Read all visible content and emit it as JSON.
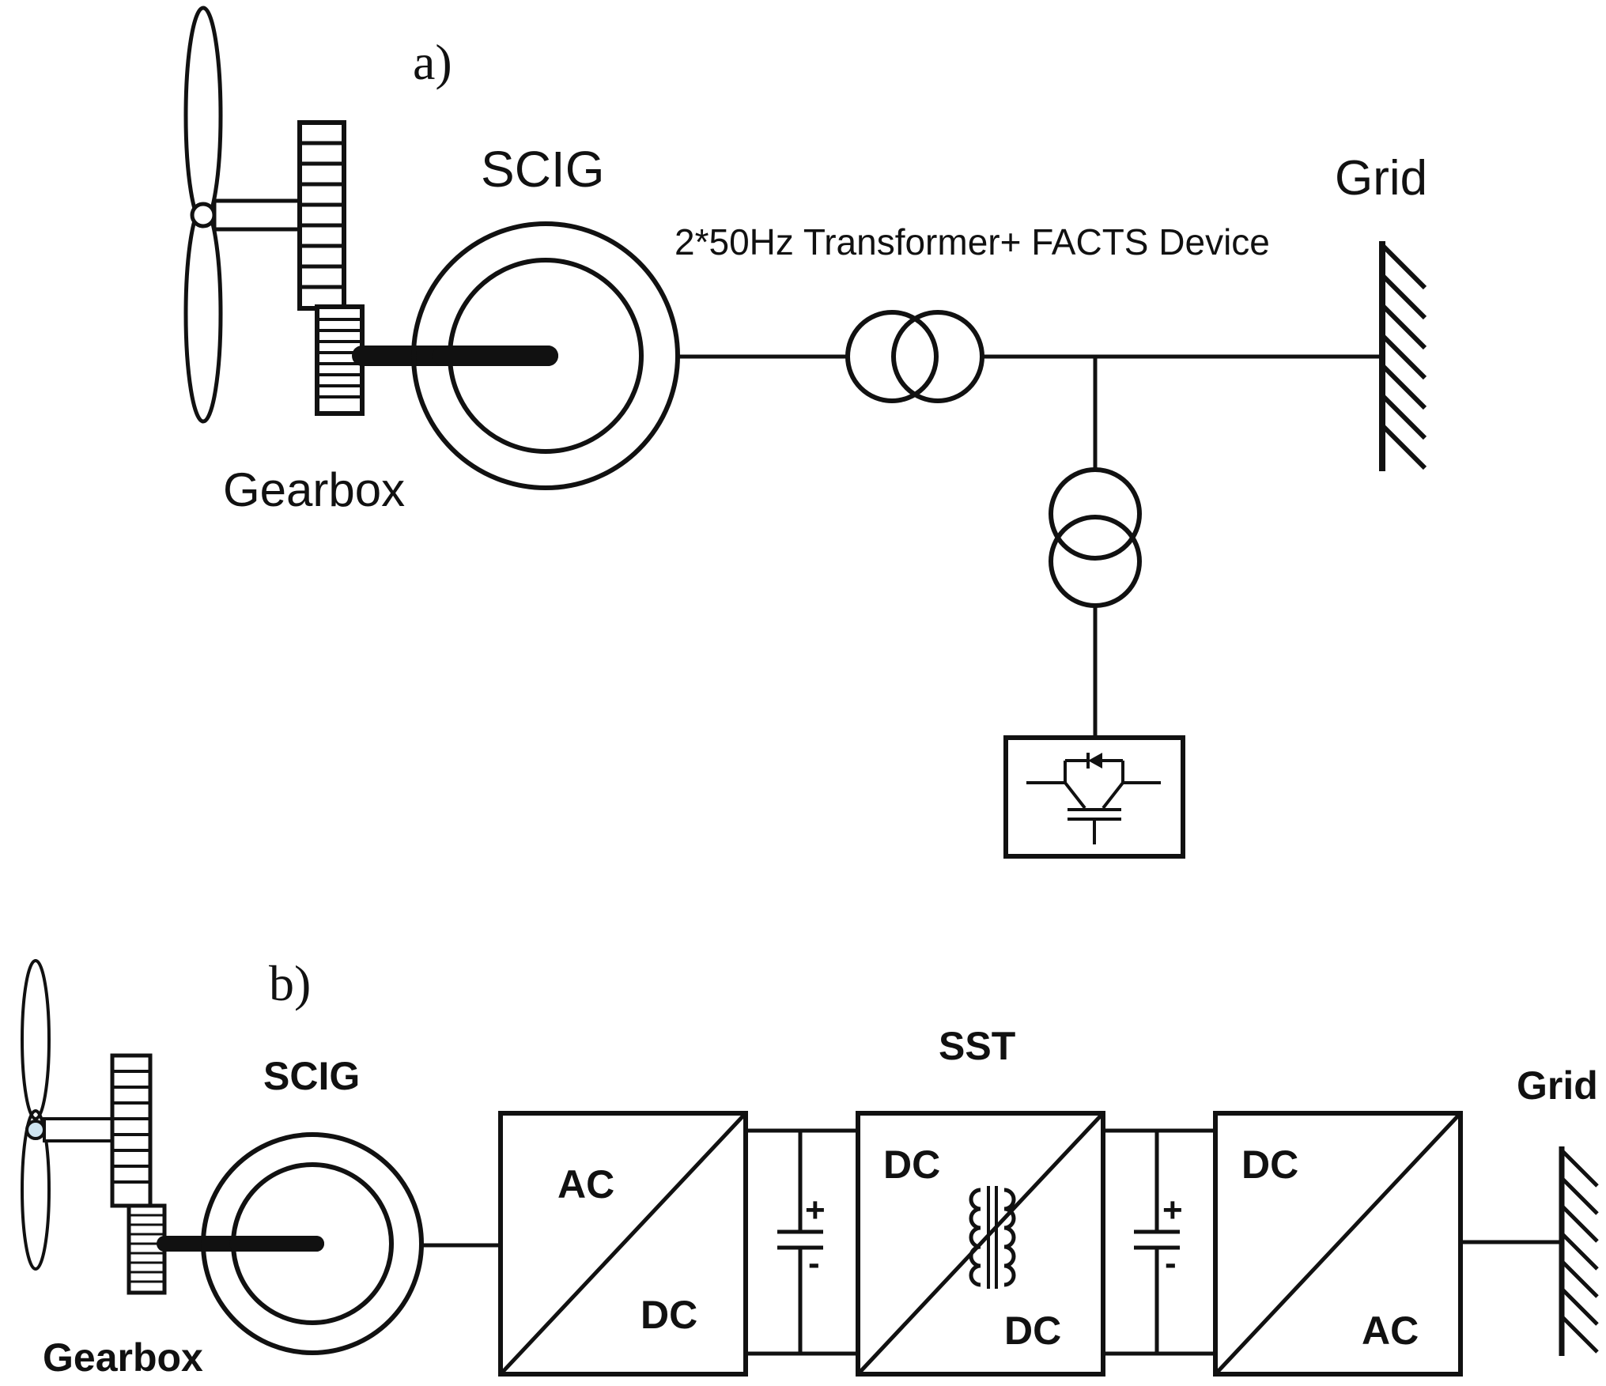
{
  "panel_a": {
    "tag": "a)",
    "gearbox": "Gearbox",
    "generator": "SCIG",
    "transformer_caption": "2*50Hz Transformer+ FACTS Device",
    "grid": "Grid"
  },
  "panel_b": {
    "tag": "b)",
    "gearbox": "Gearbox",
    "generator": "SCIG",
    "sst": "SST",
    "grid": "Grid",
    "conv1": {
      "top": "AC",
      "bottom": "DC"
    },
    "conv2": {
      "top": "DC",
      "bottom": "DC"
    },
    "conv3": {
      "top": "DC",
      "bottom": "AC"
    },
    "cap_plus": "+",
    "cap_minus": "-"
  }
}
